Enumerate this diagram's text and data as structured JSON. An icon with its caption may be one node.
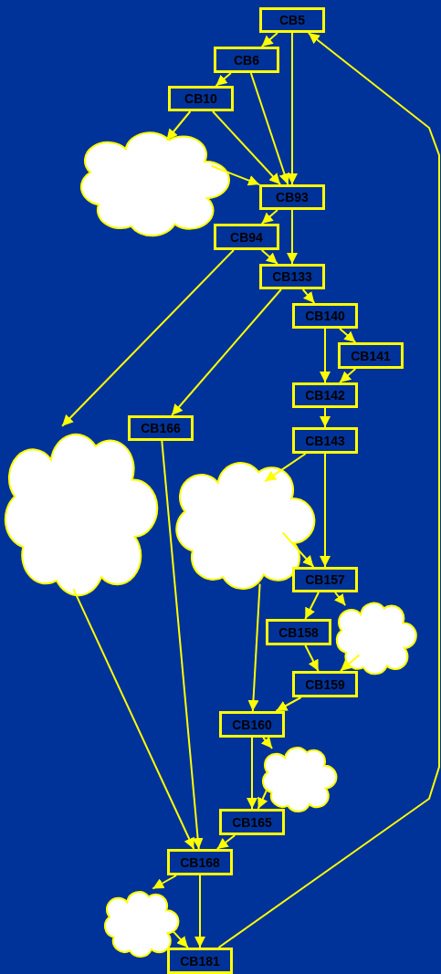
{
  "diagram": {
    "nodes": [
      {
        "text": [
          "CB5"
        ]
      },
      {
        "text": [
          "CB6"
        ]
      },
      {
        "text": [
          "CB10"
        ]
      },
      {
        "text": [],
        "shape": "cloud"
      },
      {
        "text": [
          "CB93"
        ]
      },
      {
        "text": [
          "CB94"
        ]
      },
      {
        "text": [
          "CB133"
        ]
      },
      {
        "text": [
          "CB140"
        ]
      },
      {
        "text": [
          "CB141"
        ]
      },
      {
        "text": [
          "CB142"
        ]
      },
      {
        "text": [
          "CB166"
        ]
      },
      {
        "text": [],
        "shape": "cloud"
      },
      {
        "text": [
          "CB143"
        ]
      },
      {
        "text": [],
        "shape": "cloud"
      },
      {
        "text": [
          "CB157"
        ]
      },
      {
        "text": [
          "CB158"
        ]
      },
      {
        "text": [],
        "shape": "cloud"
      },
      {
        "text": [
          "CB159"
        ]
      },
      {
        "text": [
          "CB160"
        ]
      },
      {
        "text": [],
        "shape": "cloud"
      },
      {
        "text": [
          "CB165"
        ]
      },
      {
        "text": [
          "CB168"
        ]
      },
      {
        "text": [],
        "shape": "cloud"
      },
      {
        "text": [
          "CB181"
        ]
      }
    ],
    "edges": [
      {
        "from": 0,
        "to": 1,
        "arrow": "to"
      },
      {
        "from": 0,
        "to": 4,
        "arrow": "to"
      },
      {
        "from": 1,
        "to": 2,
        "arrow": "to"
      },
      {
        "from": 1,
        "to": 4,
        "arrow": "to"
      },
      {
        "from": 2,
        "to": 3,
        "arrow": "to"
      },
      {
        "from": 2,
        "to": 4,
        "arrow": "to"
      },
      {
        "from": 3,
        "to": 4,
        "arrow": "to"
      },
      {
        "from": 4,
        "to": 5,
        "arrow": "to"
      },
      {
        "from": 4,
        "to": 6,
        "arrow": "to"
      },
      {
        "from": 5,
        "to": 6,
        "arrow": "to"
      },
      {
        "from": 5,
        "to": 11,
        "arrow": "to"
      },
      {
        "from": 6,
        "to": 10,
        "arrow": "to"
      },
      {
        "from": 6,
        "to": 7,
        "arrow": "to"
      },
      {
        "from": 7,
        "to": 8,
        "arrow": "to"
      },
      {
        "from": 7,
        "to": 9,
        "arrow": "to"
      },
      {
        "from": 8,
        "to": 9,
        "arrow": "to"
      },
      {
        "from": 9,
        "to": 12,
        "arrow": "to"
      },
      {
        "from": 12,
        "to": 13,
        "arrow": "to"
      },
      {
        "from": 12,
        "to": 14,
        "arrow": "to"
      },
      {
        "from": 13,
        "to": 14,
        "arrow": "to"
      },
      {
        "from": 14,
        "to": 15,
        "arrow": "to"
      },
      {
        "from": 14,
        "to": 16,
        "arrow": "to"
      },
      {
        "from": 15,
        "to": 17,
        "arrow": "to"
      },
      {
        "from": 16,
        "to": 17,
        "arrow": "to"
      },
      {
        "from": 13,
        "to": 18,
        "arrow": "to"
      },
      {
        "from": 17,
        "to": 18,
        "arrow": "to"
      },
      {
        "from": 18,
        "to": 19,
        "arrow": "to"
      },
      {
        "from": 18,
        "to": 20,
        "arrow": "to"
      },
      {
        "from": 19,
        "to": 20,
        "arrow": "to"
      },
      {
        "from": 11,
        "to": 21,
        "arrow": "to"
      },
      {
        "from": 10,
        "to": 21,
        "arrow": "to"
      },
      {
        "from": 20,
        "to": 21,
        "arrow": "to"
      },
      {
        "from": 21,
        "to": 22,
        "arrow": "to"
      },
      {
        "from": 21,
        "to": 23,
        "arrow": "to"
      },
      {
        "from": 22,
        "to": 23,
        "arrow": "to"
      },
      {
        "from": 23,
        "to": 0,
        "arrow": "to"
      }
    ]
  }
}
